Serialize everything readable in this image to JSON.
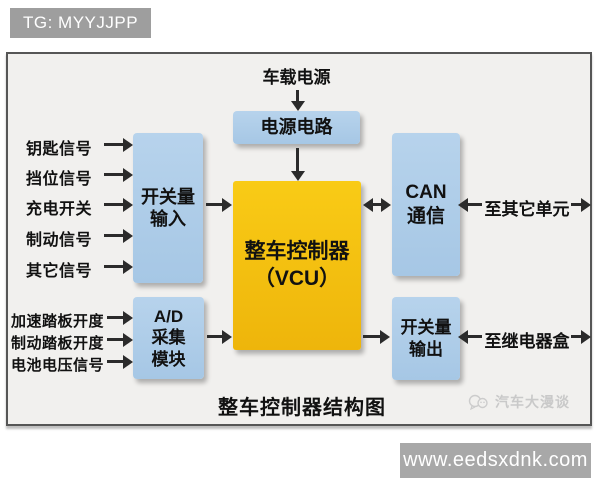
{
  "header": {
    "tag_label": "TG: MYYJJPP"
  },
  "diagram": {
    "title": "整车控制器结构图",
    "top_source": "车载电源",
    "boxes": {
      "power_circuit": "电源电路",
      "vcu": [
        "整车控制器",
        "（VCU）"
      ],
      "switch_input": [
        "开关量",
        "输入"
      ],
      "ad_module": [
        "A/D",
        "采集",
        "模块"
      ],
      "can": [
        "CAN",
        "通信"
      ],
      "switch_output": [
        "开关量",
        "输出"
      ]
    },
    "input_signals": [
      "钥匙信号",
      "挡位信号",
      "充电开关",
      "制动信号",
      "其它信号"
    ],
    "analog_signals": [
      "加速踏板开度",
      "制动踏板开度",
      "电池电压信号"
    ],
    "right_labels": {
      "to_other_units": "至其它单元",
      "to_relay_box": "至继电器盒"
    },
    "watermark": "汽车大漫谈"
  },
  "footer": {
    "website": "www.eedsxdnk.com"
  },
  "colors": {
    "box_blue": "#abcae7",
    "box_yellow": "#f5c313",
    "arrow": "#2b2b2b",
    "panel_bg": "#f1f0ee",
    "panel_border": "#565656",
    "tag_bg": "#9e9e9e",
    "footer_bg": "#a8a8a8",
    "watermark_gray": "#c9c9c9"
  }
}
